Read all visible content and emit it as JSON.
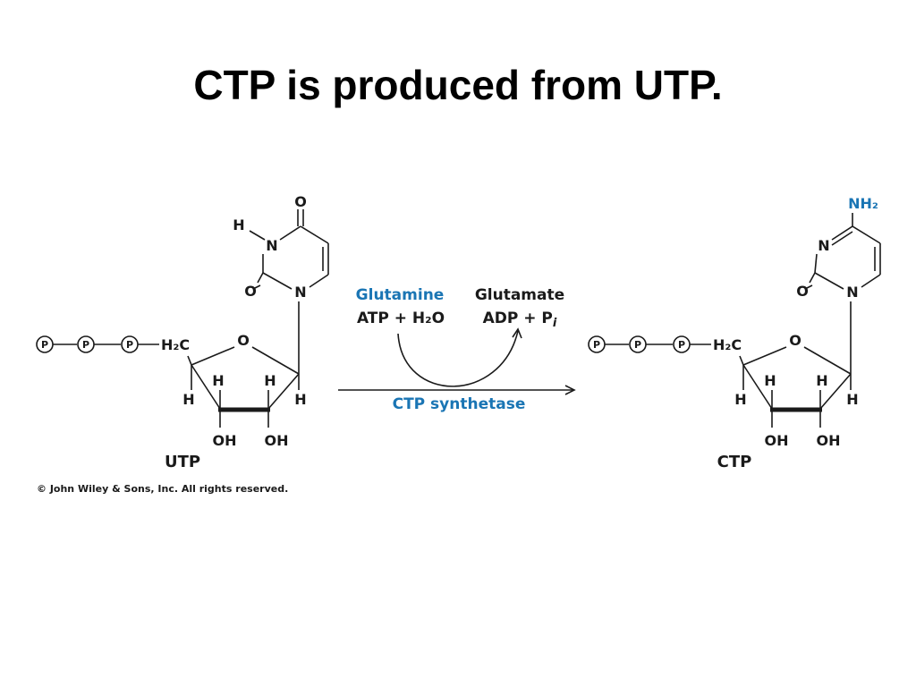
{
  "title": "CTP is produced from UTP.",
  "reaction": {
    "in_reactant_1": "Glutamine",
    "in_reactant_2": "ATP + H₂O",
    "out_product_1": "Glutamate",
    "out_product_2": "ADP + P",
    "out_product_2_sub": "i",
    "enzyme": "CTP synthetase"
  },
  "utp": {
    "name": "UTP",
    "phosphate": "P",
    "h2c": "H₂C",
    "o_carbonyl_top": "O",
    "o_carbonyl_left": "O",
    "n_ring_upper": "N",
    "n_ring_lower": "N",
    "h_on_n": "H",
    "o_ring": "O",
    "h": "H",
    "oh": "OH"
  },
  "ctp": {
    "name": "CTP",
    "phosphate": "P",
    "h2c": "H₂C",
    "nh2": "NH₂",
    "o_carbonyl_left": "O",
    "n_ring_upper": "N",
    "n_ring_lower": "N",
    "o_ring": "O",
    "h": "H",
    "oh": "OH"
  },
  "copyright": "© John Wiley & Sons, Inc. All rights reserved.",
  "colors": {
    "accent_blue": "#1a75b4",
    "text": "#1a1a1a"
  }
}
